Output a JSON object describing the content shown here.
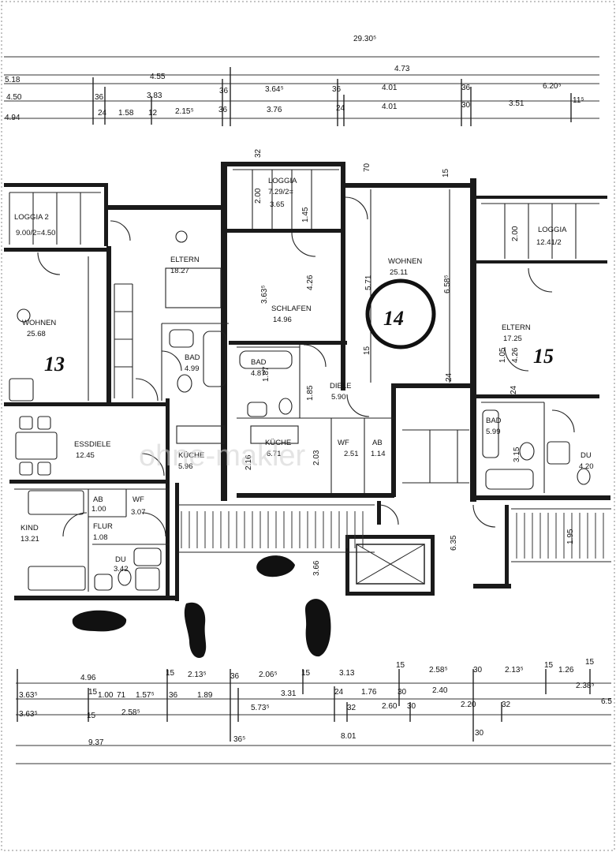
{
  "plan": {
    "total_width": "29.30⁵",
    "dimensions_top": {
      "row1": [
        "5.18",
        "4.55",
        "4.73"
      ],
      "row2": [
        "4.50",
        "36",
        "3.83",
        "36",
        "3.64⁵",
        "36",
        "4.01",
        "36",
        "6.20⁵"
      ],
      "row3": [
        "4.94",
        "24",
        "1.58",
        "12",
        "2.15⁵",
        "36",
        "3.76",
        "24",
        "4.01",
        "30",
        "3.51",
        "11⁵"
      ]
    },
    "dimensions_bottom": {
      "row1": [
        "4.96",
        "15",
        "2.13⁵",
        "36",
        "2.06⁵",
        "15",
        "3.13",
        "15",
        "2.58⁵",
        "30",
        "2.13⁵",
        "15",
        "1.26",
        "15"
      ],
      "row2": [
        "3.63⁵",
        "15",
        "1.00",
        "71",
        "1.57⁵",
        "36",
        "1.89",
        "3.31",
        "24",
        "1.76",
        "30",
        "2.40",
        "2.38⁵"
      ],
      "row3": [
        "3.63⁵",
        "15",
        "2.58⁵",
        "5.73⁵",
        "32",
        "2.60",
        "30",
        "2.20",
        "32",
        "6.5"
      ],
      "row4": [
        "9.37",
        "36⁵",
        "8.01",
        "30"
      ]
    },
    "vertical_dims": [
      "32",
      "2.00",
      "1.45",
      "3.63⁵",
      "4.26",
      "70",
      "5.71",
      "6.58⁵",
      "15",
      "2.00",
      "4.26",
      "1.87",
      "1.85",
      "2.03",
      "2.16",
      "3.15",
      "1.05",
      "3.66",
      "6.35",
      "1.95",
      "24",
      "15",
      "24"
    ],
    "units": {
      "u13": "13",
      "u14": "14",
      "u15": "15"
    },
    "rooms": {
      "loggia2": {
        "name": "LOGGIA 2",
        "area": "9.00/2=4.50"
      },
      "wohnen13": {
        "name": "WOHNEN",
        "area": "25.68"
      },
      "eltern13": {
        "name": "ELTERN",
        "area": "18.27"
      },
      "bad13": {
        "name": "BAD",
        "area": "4.99"
      },
      "essdiele": {
        "name": "ESSDIELE",
        "area": "12.45"
      },
      "kueche13": {
        "name": "KÜCHE",
        "area": "5.96"
      },
      "ab13": {
        "name": "AB",
        "area": "1.00"
      },
      "wf13": {
        "name": "WF",
        "area": "3.07"
      },
      "kind": {
        "name": "KIND",
        "area": "13.21"
      },
      "flur": {
        "name": "FLUR",
        "area": "1.08"
      },
      "du13": {
        "name": "DU",
        "area": "3.42"
      },
      "loggia14": {
        "name": "LOGGIA",
        "area": "7.29/2=",
        "area2": "3.65"
      },
      "schlafen": {
        "name": "SCHLAFEN",
        "area": "14.96"
      },
      "wohnen14": {
        "name": "WOHNEN",
        "area": "25.11"
      },
      "bad14": {
        "name": "BAD",
        "area": "4.87"
      },
      "diele": {
        "name": "DIELE",
        "area": "5.90"
      },
      "kueche14": {
        "name": "KÜCHE",
        "area": "6.71"
      },
      "wf14": {
        "name": "WF",
        "area": "2.51"
      },
      "ab14": {
        "name": "AB",
        "area": "1.14"
      },
      "loggia15": {
        "name": "LOGGIA",
        "area": "12.41/2"
      },
      "eltern15": {
        "name": "ELTERN",
        "area": "17.25"
      },
      "bad15": {
        "name": "BAD",
        "area": "5.99"
      },
      "du15": {
        "name": "DU",
        "area": "4.20"
      }
    },
    "watermark": "ohne-makler"
  }
}
